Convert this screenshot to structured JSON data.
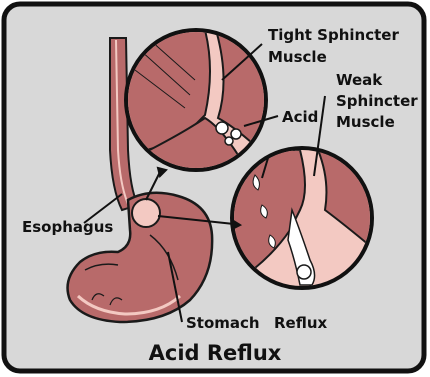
{
  "title": "Acid Reflux",
  "labels": {
    "tight_sphincter_line1": "Tight Sphincter",
    "tight_sphincter_line2": "Muscle",
    "acid": "Acid",
    "weak_line1": "Weak",
    "weak_line2": "Sphincter",
    "weak_line3": "Muscle",
    "esophagus": "Esophagus",
    "stomach": "Stomach",
    "reflux": "Reflux"
  },
  "colors": {
    "background": "#d8d8d8",
    "frame": "#111111",
    "tissue": "#b86a6a",
    "tissue_light": "#f3c9c2",
    "outline": "#1a1a1a",
    "bubble": "#ffffff"
  }
}
